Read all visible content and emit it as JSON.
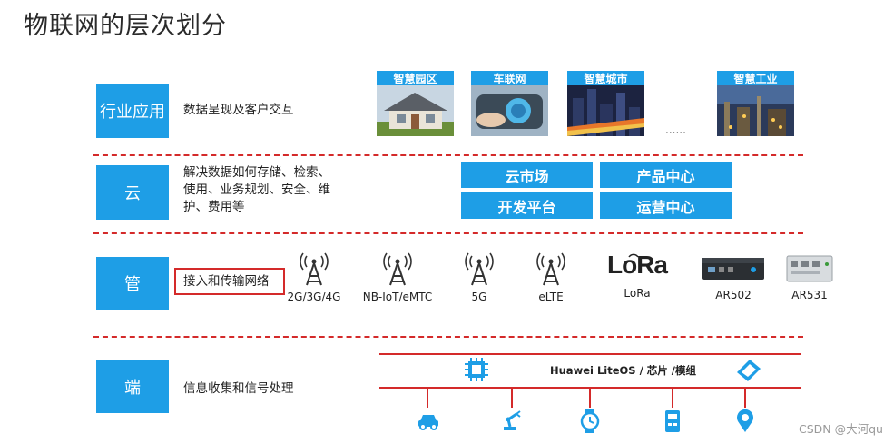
{
  "title": "物联网的层次划分",
  "layers": [
    {
      "name": "行业应用",
      "desc": "数据呈现及客户交互"
    },
    {
      "name": "云",
      "desc_lines": [
        "解决数据如何存储、检索、",
        "使用、业务规划、安全、维",
        "护、费用等"
      ]
    },
    {
      "name": "管",
      "desc": "接入和传输网络"
    },
    {
      "name": "端",
      "desc": "信息收集和信号处理"
    }
  ],
  "apps": [
    "智慧园区",
    "车联网",
    "智慧城市",
    "智慧工业"
  ],
  "apps_ellipsis": "......",
  "cloud_modules": [
    "云市场",
    "产品中心",
    "开发平台",
    "运营中心"
  ],
  "networks": [
    "2G/3G/4G",
    "NB-IoT/eMTC",
    "5G",
    "eLTE",
    "LoRa",
    "AR502",
    "AR531"
  ],
  "lora_logo": "LoRa",
  "device_bar": "Huawei LiteOS / 芯片 /模组",
  "device_icons": [
    "car-icon",
    "robot-arm-icon",
    "watch-icon",
    "meter-icon",
    "tracker-icon"
  ],
  "colors": {
    "accent": "#1e9ee6",
    "divider": "#d42a2a"
  },
  "watermark": "CSDN @大河qu"
}
